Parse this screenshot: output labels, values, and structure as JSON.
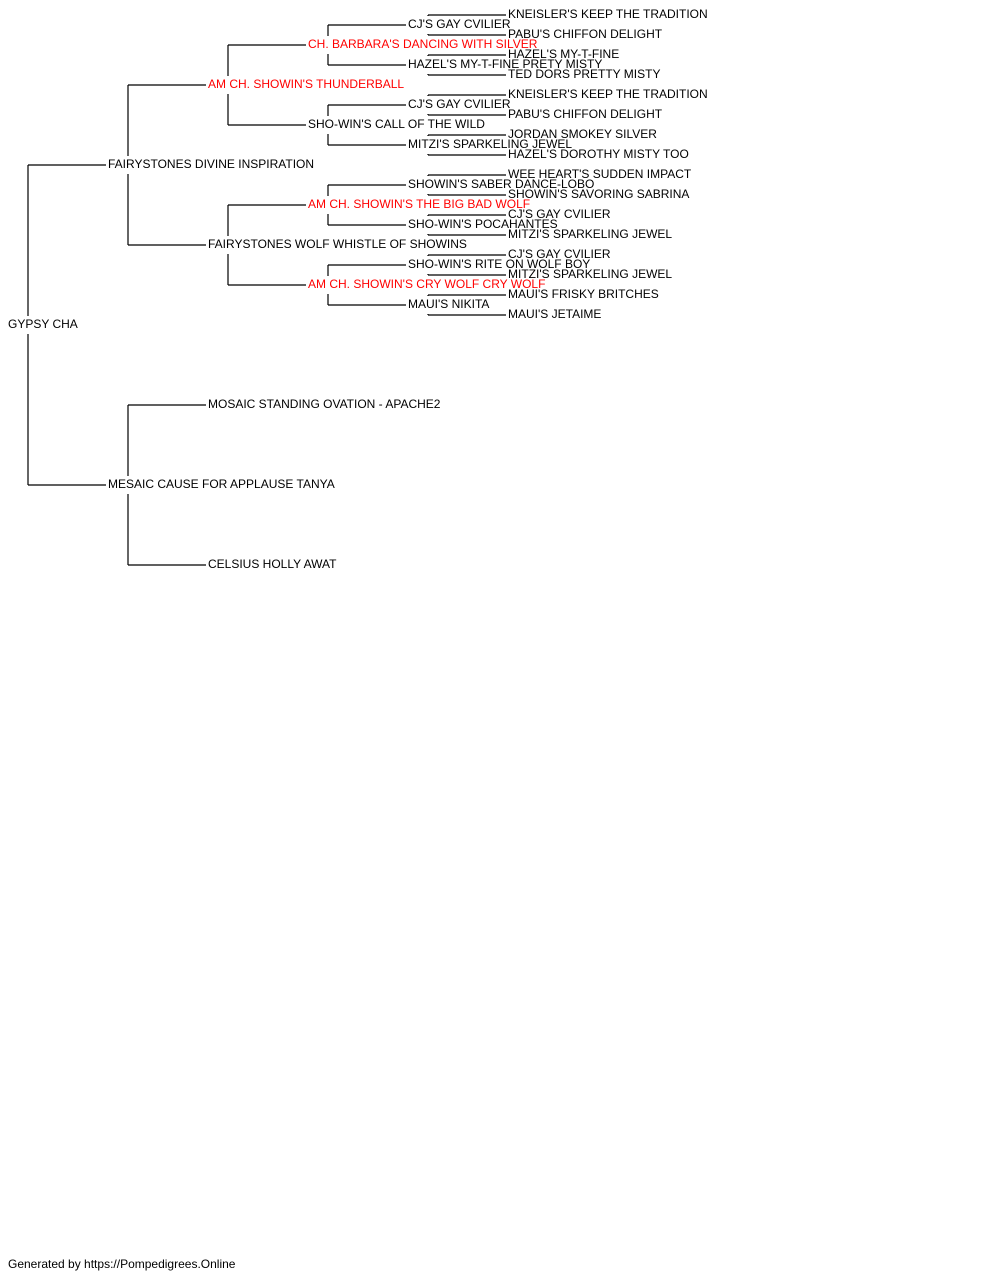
{
  "colors": {
    "champion": "#ff0000",
    "normal": "#000000",
    "line": "#000000"
  },
  "footer": {
    "text": "Generated by https://Pompedigrees.Online"
  },
  "pedigree": {
    "name": "GYPSY CHA",
    "champion": false,
    "parents": [
      {
        "name": "FAIRYSTONES DIVINE INSPIRATION",
        "champion": false,
        "parents": [
          {
            "name": "AM CH. SHOWIN'S THUNDERBALL",
            "champion": true,
            "parents": [
              {
                "name": "CH. BARBARA'S DANCING WITH SILVER",
                "champion": true,
                "parents": [
                  {
                    "name": "CJ'S GAY CVILIER",
                    "champion": false,
                    "parents": [
                      {
                        "name": "KNEISLER'S KEEP THE TRADITION",
                        "champion": false
                      },
                      {
                        "name": "PABU'S CHIFFON DELIGHT",
                        "champion": false
                      }
                    ]
                  },
                  {
                    "name": "HAZEL'S MY-T-FINE PRETY MISTY",
                    "champion": false,
                    "parents": [
                      {
                        "name": "HAZEL'S MY-T-FINE",
                        "champion": false
                      },
                      {
                        "name": "TED DORS PRETTY MISTY",
                        "champion": false
                      }
                    ]
                  }
                ]
              },
              {
                "name": "SHO-WIN'S CALL OF THE WILD",
                "champion": false,
                "parents": [
                  {
                    "name": "CJ'S GAY CVILIER",
                    "champion": false,
                    "parents": [
                      {
                        "name": "KNEISLER'S KEEP THE TRADITION",
                        "champion": false
                      },
                      {
                        "name": "PABU'S CHIFFON DELIGHT",
                        "champion": false
                      }
                    ]
                  },
                  {
                    "name": "MITZI'S SPARKELING JEWEL",
                    "champion": false,
                    "parents": [
                      {
                        "name": "JORDAN SMOKEY SILVER",
                        "champion": false
                      },
                      {
                        "name": "HAZEL'S DOROTHY MISTY TOO",
                        "champion": false
                      }
                    ]
                  }
                ]
              }
            ]
          },
          {
            "name": "FAIRYSTONES WOLF WHISTLE OF SHOWINS",
            "champion": false,
            "parents": [
              {
                "name": "AM CH. SHOWIN'S THE BIG BAD WOLF",
                "champion": true,
                "parents": [
                  {
                    "name": "SHOWIN'S SABER DANCE-LOBO",
                    "champion": false,
                    "parents": [
                      {
                        "name": "WEE HEART'S SUDDEN IMPACT",
                        "champion": false
                      },
                      {
                        "name": "SHOWIN'S SAVORING SABRINA",
                        "champion": false
                      }
                    ]
                  },
                  {
                    "name": "SHO-WIN'S POCAHANTES",
                    "champion": false,
                    "parents": [
                      {
                        "name": "CJ'S GAY CVILIER",
                        "champion": false
                      },
                      {
                        "name": "MITZI'S SPARKELING JEWEL",
                        "champion": false
                      }
                    ]
                  }
                ]
              },
              {
                "name": "AM CH. SHOWIN'S CRY WOLF CRY WOLF",
                "champion": true,
                "parents": [
                  {
                    "name": "SHO-WIN'S RITE ON WOLF BOY",
                    "champion": false,
                    "parents": [
                      {
                        "name": "CJ'S GAY CVILIER",
                        "champion": false
                      },
                      {
                        "name": "MITZI'S SPARKELING JEWEL",
                        "champion": false
                      }
                    ]
                  },
                  {
                    "name": "MAUI'S NIKITA",
                    "champion": false,
                    "parents": [
                      {
                        "name": "MAUI'S FRISKY BRITCHES",
                        "champion": false
                      },
                      {
                        "name": "MAUI'S JETAIME",
                        "champion": false
                      }
                    ]
                  }
                ]
              }
            ]
          }
        ]
      },
      {
        "name": "MESAIC CAUSE FOR APPLAUSE TANYA",
        "champion": false,
        "parents": [
          {
            "name": "MOSAIC STANDING OVATION - APACHE2",
            "champion": false
          },
          {
            "name": "CELSIUS HOLLY AWAT",
            "champion": false
          }
        ]
      }
    ]
  }
}
